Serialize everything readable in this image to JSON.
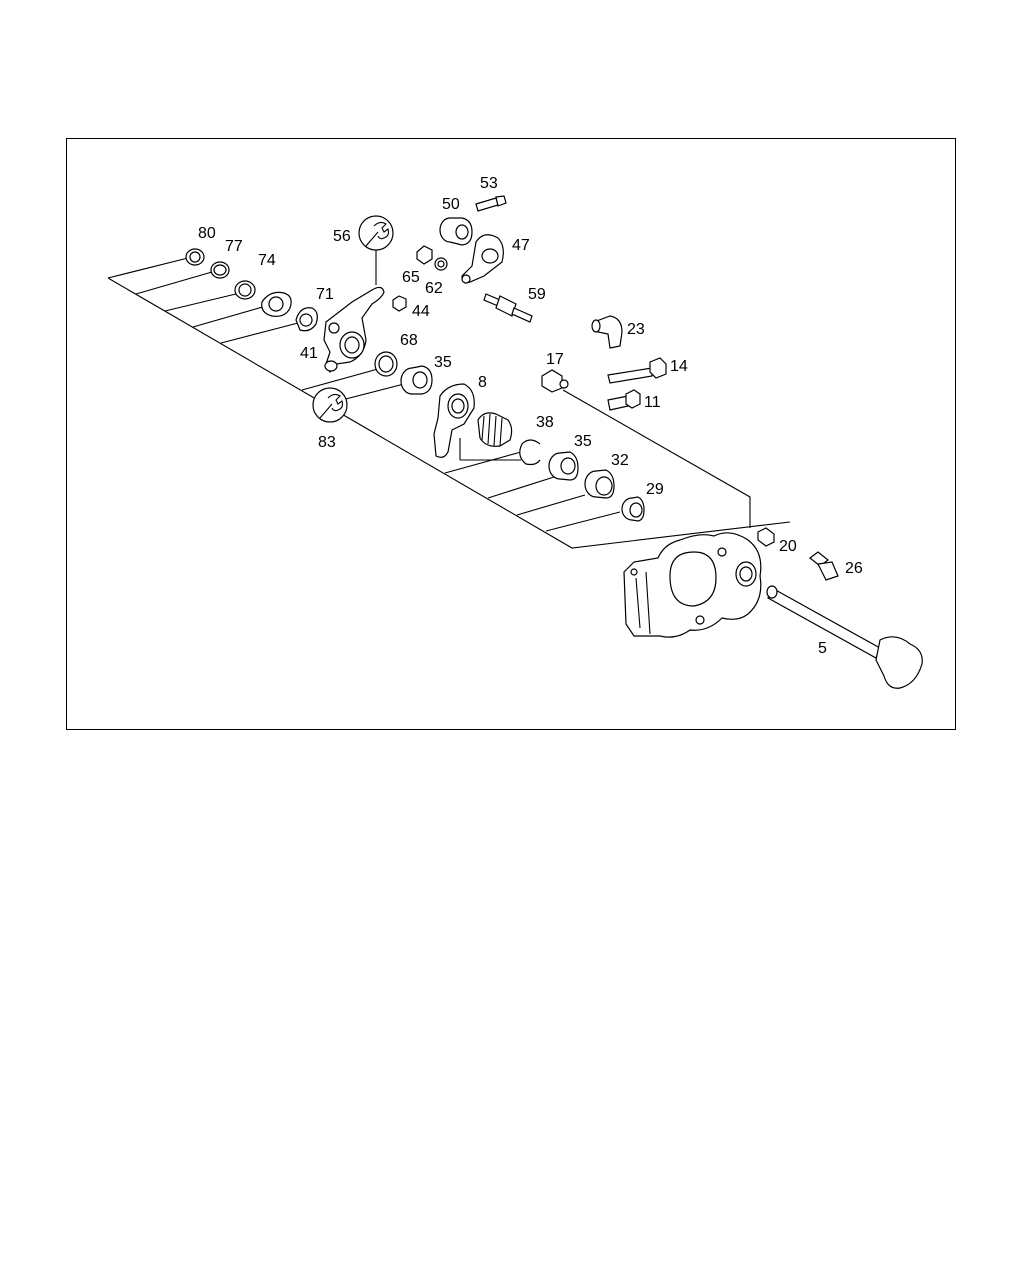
{
  "diagram": {
    "labels": {
      "p80": "80",
      "p77": "77",
      "p74": "74",
      "p71": "71",
      "p56": "56",
      "p65": "65",
      "p62": "62",
      "p44": "44",
      "p41": "41",
      "p68": "68",
      "p35a": "35",
      "p83": "83",
      "p50": "50",
      "p53": "53",
      "p47": "47",
      "p59": "59",
      "p23": "23",
      "p17": "17",
      "p14": "14",
      "p11": "11",
      "p8": "8",
      "p38": "38",
      "p35b": "35",
      "p32": "32",
      "p29": "29",
      "p20": "20",
      "p26": "26",
      "p5": "5"
    },
    "icons": {
      "wrench_top": "wrench-icon",
      "wrench_bottom": "wrench-icon"
    },
    "colors": {
      "line": "#000000",
      "background": "#ffffff"
    }
  }
}
